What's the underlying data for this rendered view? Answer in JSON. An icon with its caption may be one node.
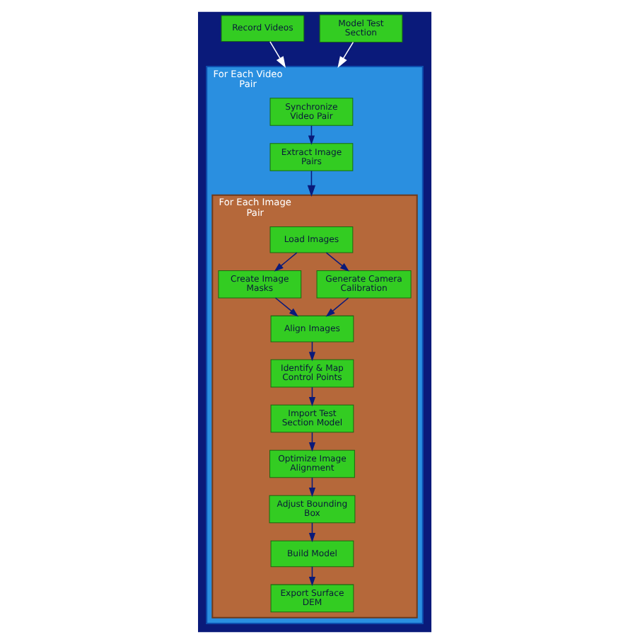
{
  "diagram": {
    "nodes": [
      {
        "text": [
          "Record Videos"
        ]
      },
      {
        "text": [
          "Model Test Section"
        ]
      },
      {
        "text": [
          "For Each Video Pair"
        ]
      },
      {
        "text": [
          "Synchronize Video Pair"
        ],
        "in": 2
      },
      {
        "text": [
          "Extract Image Pairs"
        ],
        "in": 2
      },
      {
        "text": [
          "For Each Image Pair"
        ],
        "in": 2
      },
      {
        "text": [
          "Load Images"
        ],
        "in": 5
      },
      {
        "text": [
          "Create Image Masks"
        ],
        "in": 5
      },
      {
        "text": [
          "Generate Camera Calibration"
        ],
        "in": 5
      },
      {
        "text": [
          "Align Images"
        ],
        "in": 5
      },
      {
        "text": [
          "Identify & Map Control Points"
        ],
        "in": 5
      },
      {
        "text": [
          "Import Test Section Model"
        ],
        "in": 5
      },
      {
        "text": [
          "Optimize Image Alignment"
        ],
        "in": 5
      },
      {
        "text": [
          "Adjust Bounding Box"
        ],
        "in": 5
      },
      {
        "text": [
          "Build Model"
        ],
        "in": 5
      },
      {
        "text": [
          "Export Surface DEM"
        ],
        "in": 5
      }
    ],
    "edges": [
      {
        "from": 0,
        "to": 2,
        "arrow": "to",
        "color": "#ffffff"
      },
      {
        "from": 1,
        "to": 2,
        "arrow": "to",
        "color": "#ffffff"
      },
      {
        "from": 3,
        "to": 4,
        "arrow": "to"
      },
      {
        "from": 4,
        "to": 5,
        "arrow": "to"
      },
      {
        "from": 6,
        "to": 7,
        "arrow": "to"
      },
      {
        "from": 6,
        "to": 8,
        "arrow": "to"
      },
      {
        "from": 7,
        "to": 9,
        "arrow": "to"
      },
      {
        "from": 8,
        "to": 9,
        "arrow": "to"
      },
      {
        "from": 9,
        "to": 10,
        "arrow": "to"
      },
      {
        "from": 10,
        "to": 11,
        "arrow": "to"
      },
      {
        "from": 11,
        "to": 12,
        "arrow": "to"
      },
      {
        "from": 12,
        "to": 13,
        "arrow": "to"
      },
      {
        "from": 13,
        "to": 14,
        "arrow": "to"
      },
      {
        "from": 14,
        "to": 15,
        "arrow": "to"
      }
    ]
  }
}
